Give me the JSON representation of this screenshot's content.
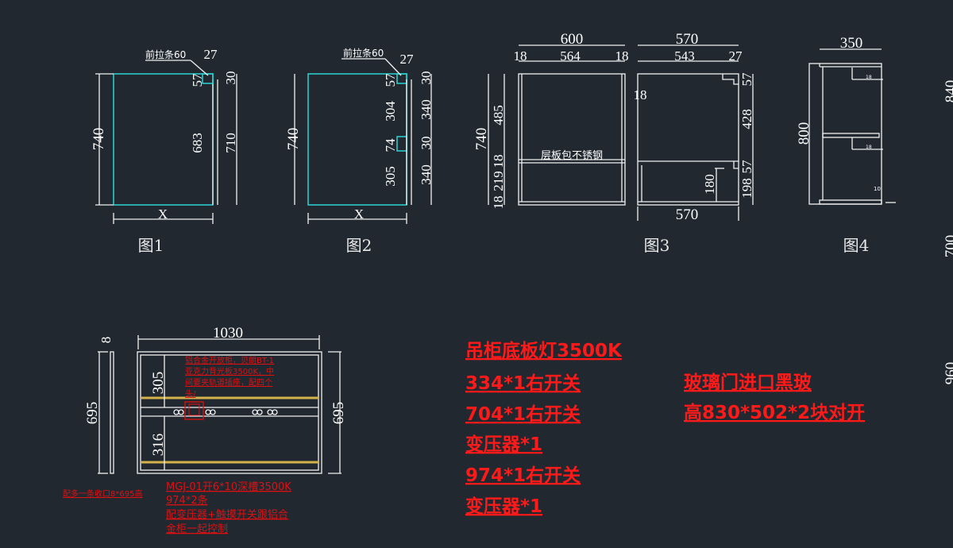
{
  "fig1": {
    "caption": "图1",
    "label": "前拉条60",
    "d740": "740",
    "d683": "683",
    "d57": "57",
    "d710": "710",
    "d30": "30",
    "d27": "27",
    "x": "X"
  },
  "fig2": {
    "caption": "图2",
    "label": "前拉条60",
    "d740": "740",
    "d57": "57",
    "d304": "304",
    "d74": "74",
    "d305": "305",
    "r30a": "30",
    "r340a": "340",
    "r30b": "30",
    "r340b": "340",
    "d27": "27",
    "x": "X"
  },
  "fig3": {
    "caption": "图3",
    "d600": "600",
    "d18a": "18",
    "d564": "564",
    "d18b": "18",
    "d740": "740",
    "d485": "485",
    "d18c": "18",
    "d219": "219",
    "d18d": "18",
    "shelf": "层板包不锈钢",
    "d570": "570",
    "d543": "543",
    "d27": "27",
    "d18e": "18",
    "r57a": "57",
    "r428": "428",
    "r57b": "57",
    "r198": "198",
    "d180": "180",
    "d570b": "570"
  },
  "fig4": {
    "caption": "图4",
    "d350": "350",
    "d800": "800",
    "d10": "10",
    "d18a": "18",
    "d18b": "18",
    "cut840": "840",
    "cut700": "700",
    "cut960": "960"
  },
  "fig5": {
    "d1030": "1030",
    "d8": "8",
    "d695l": "695",
    "d695r": "695",
    "d305": "305",
    "d316": "316",
    "note1": [
      "铝合金开放柜，贝朗BT-1",
      "亚克力背光板3500K，中",
      "间要夹轨道插座，配四个",
      "头/"
    ],
    "note2": [
      "MGJ-01开6*10深槽3500K",
      "974*2条",
      "配变压器+触摸开关跟铝合",
      "金柜一起控制"
    ],
    "note3": "配多一条收口8*695高"
  },
  "notes_main": [
    "吊柜底板灯3500K",
    "334*1右开关",
    "704*1右开关",
    "变压器*1",
    "974*1右开关",
    "变压器*1"
  ],
  "notes_glass": [
    "玻璃门进口黑玻",
    "高830*502*2块对开"
  ]
}
